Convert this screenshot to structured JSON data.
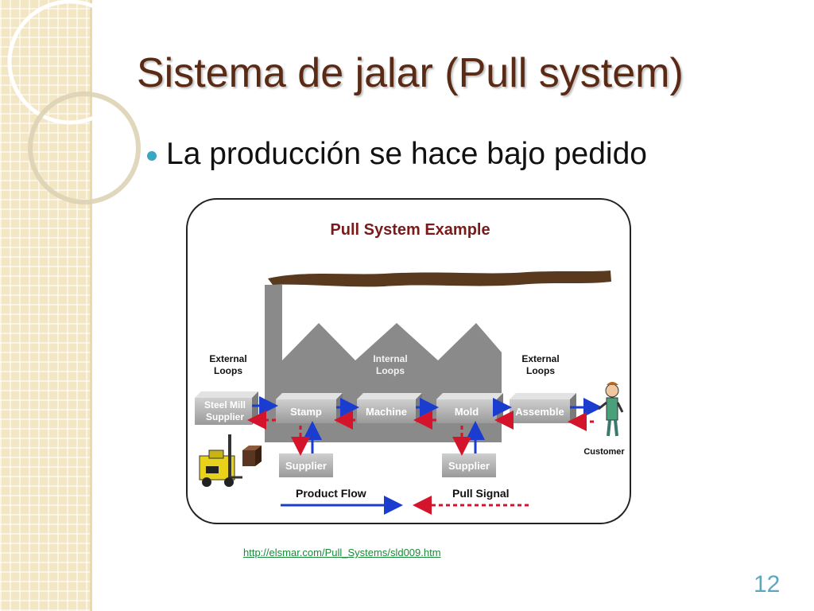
{
  "slide": {
    "title": "Sistema de jalar (Pull system)",
    "bullet": "La producción se hace bajo pedido",
    "source_link": "http://elsmar.com/Pull_Systems/sld009.htm",
    "page_number": "12"
  },
  "diagram": {
    "title": "Pull System Example",
    "external_loops_left": [
      "External",
      "Loops"
    ],
    "internal_loops": [
      "Internal",
      "Loops"
    ],
    "external_loops_right": [
      "External",
      "Loops"
    ],
    "boxes": {
      "steel_mill": [
        "Steel Mill",
        "Supplier"
      ],
      "stamp": "Stamp",
      "machine": "Machine",
      "mold": "Mold",
      "assemble": "Assemble",
      "supplier_left": "Supplier",
      "supplier_right": "Supplier"
    },
    "customer": "Customer",
    "legend": {
      "product_flow": "Product Flow",
      "pull_signal": "Pull Signal"
    },
    "colors": {
      "title": "#7a1a1a",
      "product_flow": "#1a3ccf",
      "pull_signal": "#d4142b",
      "factory": "#8a8a8a",
      "smoke": "#5a3a1e"
    }
  }
}
